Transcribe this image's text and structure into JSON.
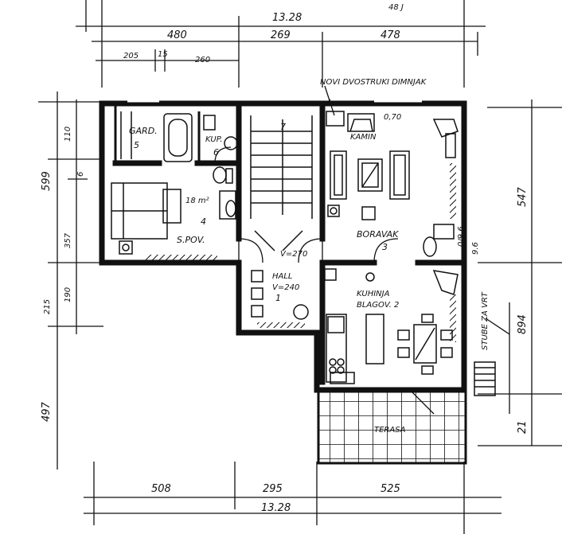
{
  "dimensions": {
    "top_total": "13.28",
    "top_left": "480",
    "top_mid": "269",
    "top_right": "478",
    "top_sub1": "205",
    "top_sub2": "15",
    "top_sub3": "260",
    "top_corner": "48 J",
    "left_total": "599",
    "left_a": "110",
    "left_b": "357",
    "left_c": "6",
    "left_d": "215",
    "left_e": "190",
    "left_f": "497",
    "right_a": "547",
    "right_b": "9.6",
    "right_c": "894",
    "right_d": "21",
    "bottom_left": "508",
    "bottom_mid": "295",
    "bottom_right": "525",
    "bottom_total": "13.28"
  },
  "labels": {
    "dimnjak": "NOVI DVOSTRUKI DIMNJAK",
    "garderoba": "GARD.",
    "garderoba_no": "5",
    "kupaonica": "KUP.",
    "kupaonica_no": "6",
    "spavaca": "S.POV.",
    "spavaca_no": "4",
    "stair_no": "7",
    "stair_height": "V=270",
    "hall": "HALL",
    "hall_height": "V=240",
    "hall_no": "1",
    "boravak": "BORAVAK",
    "boravak_no": "3",
    "kamin": "KAMIN",
    "kuhinja": "KUHINJA",
    "blagovaonica": "BLAGOV. 2",
    "terasa": "TERASA",
    "stube": "STUBE ZA VRT",
    "area_note": "18 m²",
    "side_note": "0/9,6",
    "window_note": "0,70"
  }
}
